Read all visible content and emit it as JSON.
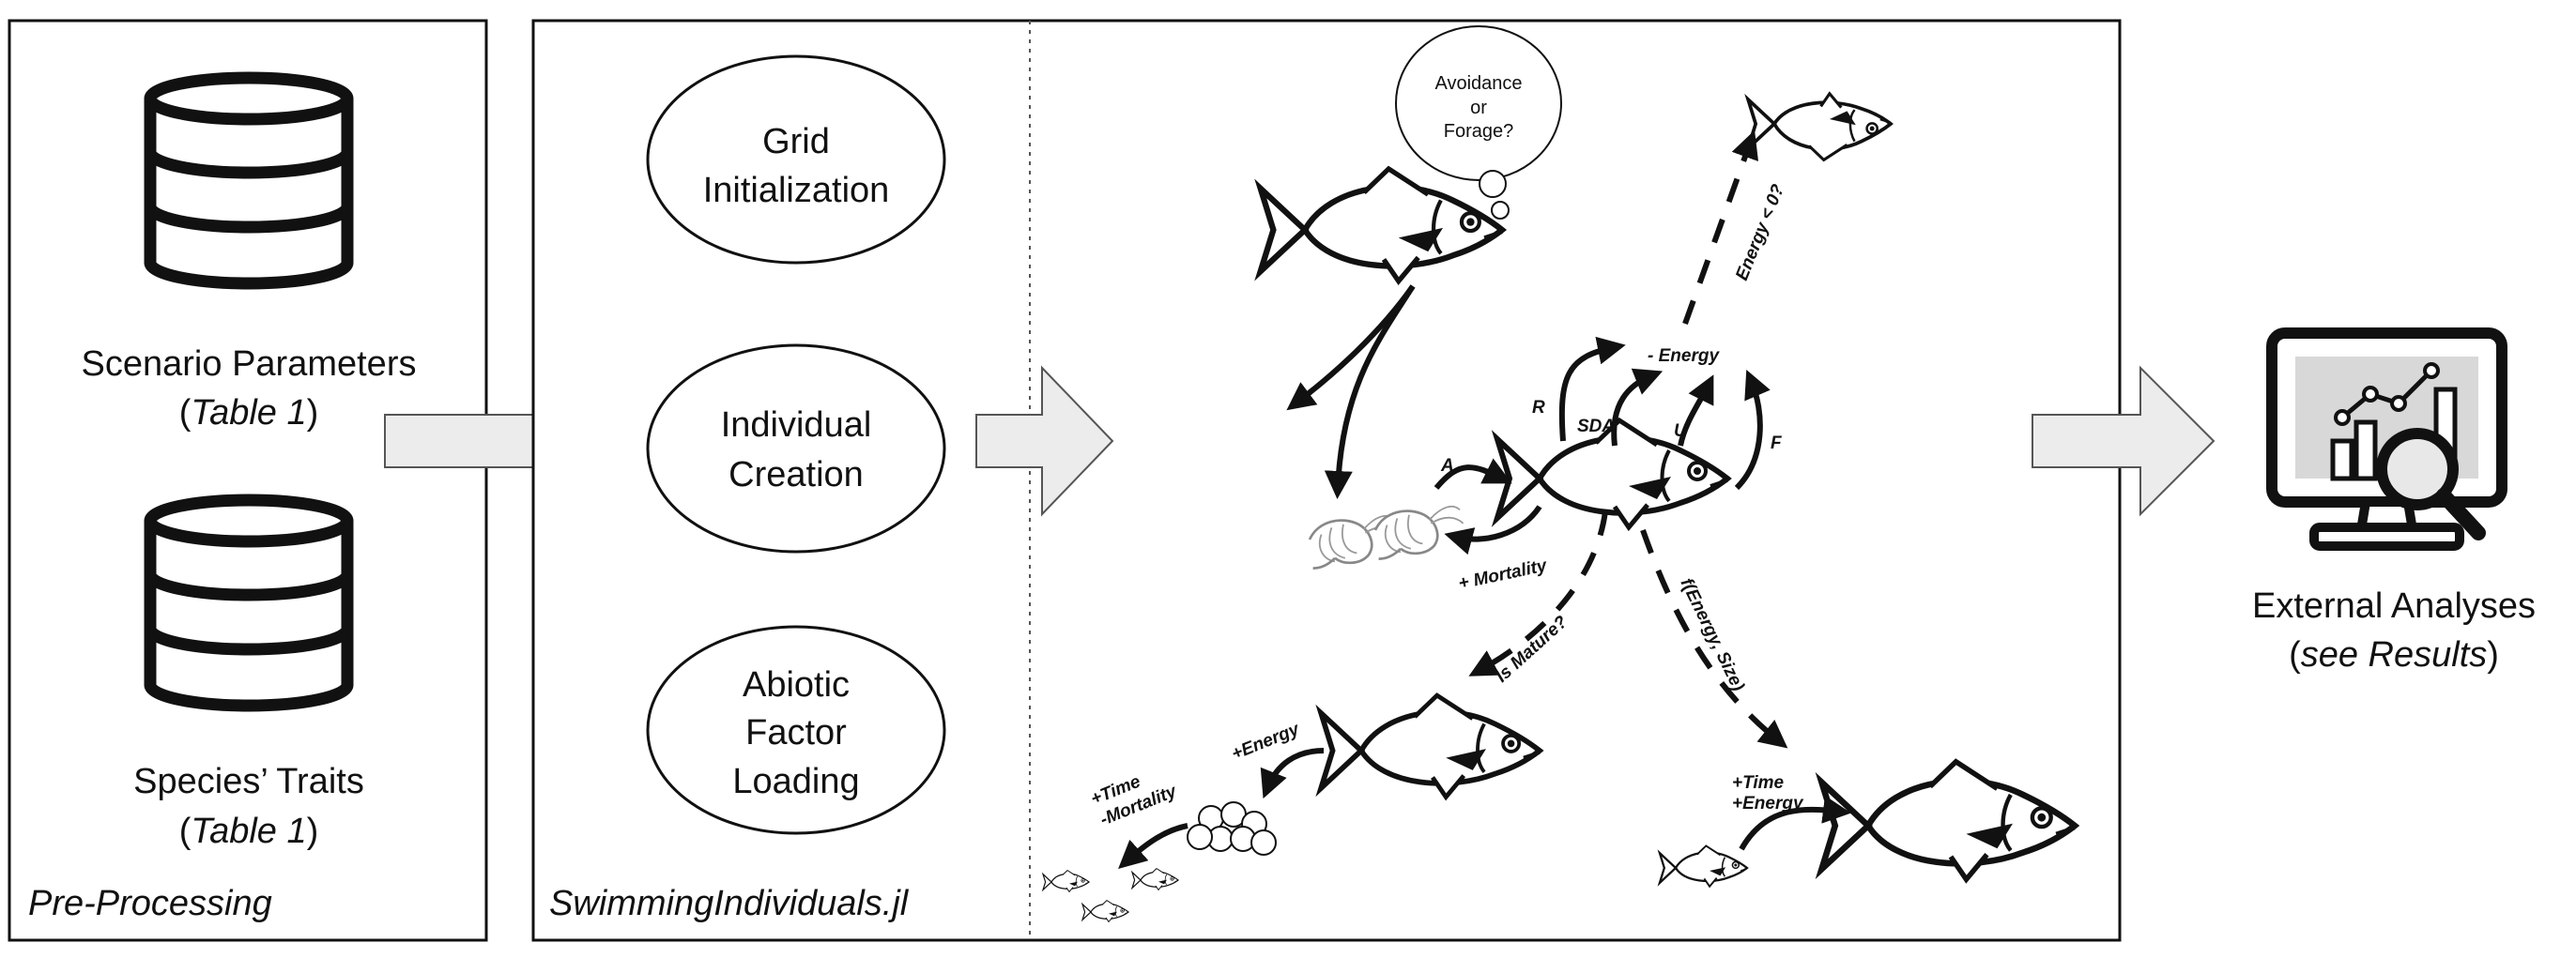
{
  "preprocessing": {
    "db1_label": "Scenario Parameters",
    "db1_ref_open": "(",
    "db1_ref": "Table 1",
    "db1_ref_close": ")",
    "db2_label": "Species’ Traits",
    "db2_ref_open": "(",
    "db2_ref": "Table 1",
    "db2_ref_close": ")",
    "panel_label": "Pre-Processing"
  },
  "model": {
    "panel_label": "SwimmingIndividuals.jl",
    "steps": [
      {
        "lines": [
          "Grid",
          "Initialization"
        ]
      },
      {
        "lines": [
          "Individual",
          "Creation"
        ]
      },
      {
        "lines": [
          "Abiotic",
          "Factor",
          "Loading"
        ]
      }
    ]
  },
  "lifecycle": {
    "thought": [
      "Avoidance",
      "or",
      "Forage?"
    ],
    "energy_check": "Energy < 0?",
    "minus_energy": "- Energy",
    "R": "R",
    "SDA": "SDA",
    "U": "U",
    "F": "F",
    "A": "A",
    "plus_mortality": "+ Mortality",
    "is_mature": "Is Mature?",
    "f_energy_size": "f(Energy, Size)",
    "plus_energy": "+Energy",
    "time_mortality": [
      "+Time",
      "-Mortality"
    ],
    "time_energy": [
      "+Time",
      "+Energy"
    ]
  },
  "output": {
    "label": "External Analyses",
    "ref_open": "(",
    "ref": "see Results",
    "ref_close": ")"
  }
}
